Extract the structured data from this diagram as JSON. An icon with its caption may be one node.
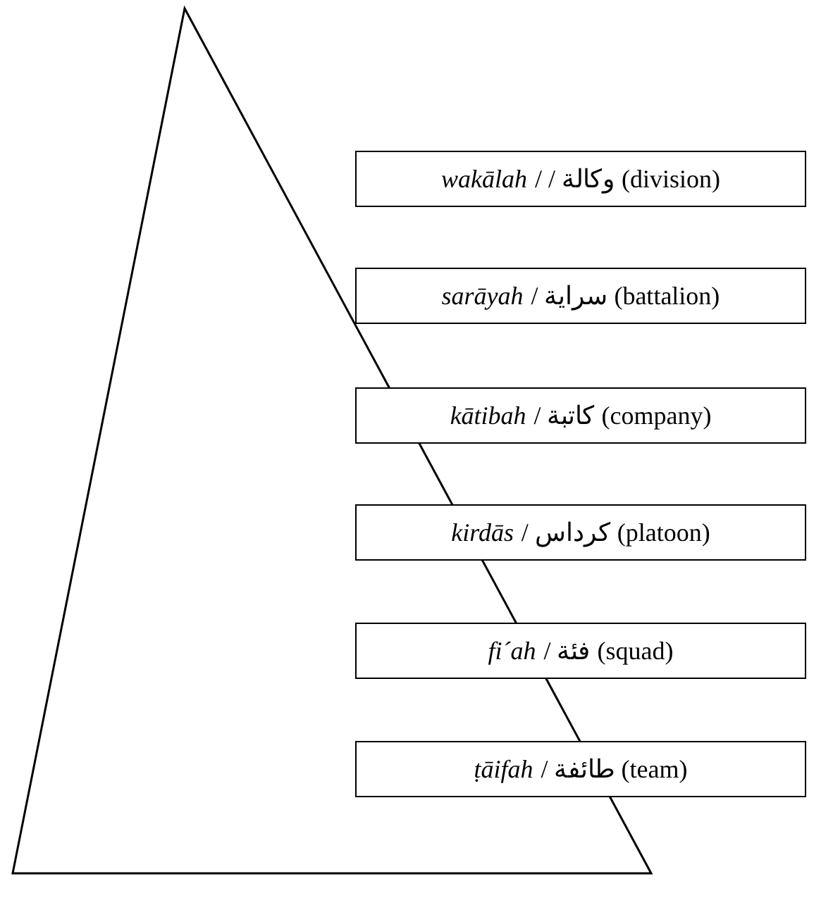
{
  "diagram": {
    "nodes": [
      {
        "text": [
          "*wakālah* / / وكالة (division)"
        ]
      },
      {
        "text": [
          "*sarāyah* / سراية (battalion)"
        ]
      },
      {
        "text": [
          "*kātibah* / كاتبة (company)"
        ]
      },
      {
        "text": [
          "*kirdās* / كرداس (platoon)"
        ]
      },
      {
        "text": [
          "*fi´ah* / فئة (squad)"
        ]
      },
      {
        "text": [
          "*ṭāifah* / طائفة (team)"
        ]
      }
    ],
    "edges": []
  }
}
